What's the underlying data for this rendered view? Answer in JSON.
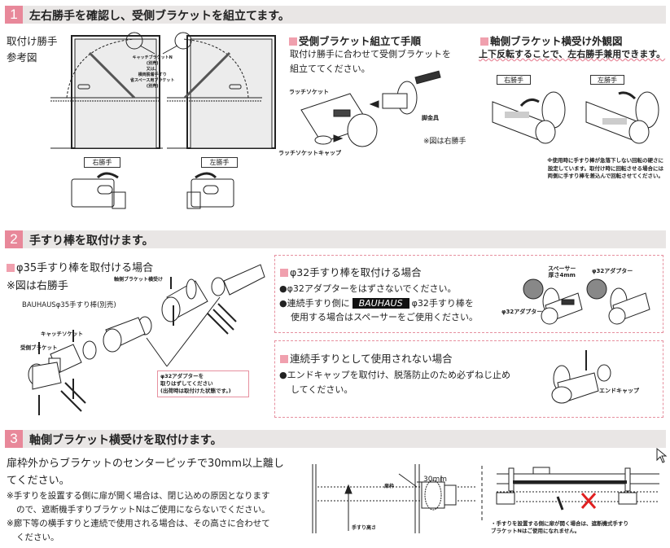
{
  "section1": {
    "number": "1",
    "title": "左右勝手を確認し、受側ブラケットを組立てます。",
    "reference_label": [
      "取付け勝手",
      "参考図"
    ],
    "catch_note": [
      "キャッチブラケットN",
      "(別売)",
      "又は、",
      "横両脱着手すり",
      "省スペース用ブラケット",
      "(別売)"
    ],
    "right_hand": "右勝手",
    "left_hand": "左勝手",
    "assembly": {
      "heading": "受側ブラケット組立て手順",
      "text": [
        "取付け勝手に合わせて受側ブラケットを",
        "組立ててください。"
      ],
      "latch_socket": "ラッチソケット",
      "foot_bracket": "脚金具",
      "note": "※図は右勝手",
      "latch_cap": "ラッチソケットキャップ"
    },
    "appearance": {
      "heading": "軸側ブラケット横受け外観図",
      "subtitle": "上下反転することで、左右勝手兼用できます。",
      "right_hand": "右勝手",
      "left_hand": "左勝手",
      "note": [
        "※使用時に手すり棒が急落下しない回転の硬さに",
        "設定しています。取付け時に回転させる場合には",
        "両側に手すり棒を差込んで回転させてください。"
      ]
    }
  },
  "section2": {
    "number": "2",
    "title": "手すり棒を取付けます。",
    "phi35": {
      "heading": "φ35手すり棒を取付ける場合",
      "note": "※図は右勝手",
      "shaft_bracket": "軸側ブラケット横受け",
      "rail": "BAUHAUSφ35手すり棒(別売)",
      "catch_socket": "キャッチソケット",
      "receiver_bracket": "受側ブラケット",
      "adapter_note": [
        "φ32アダプターを",
        "取りはずしてください",
        "(出荷時は取付けた状態です。)"
      ]
    },
    "phi32": {
      "heading": "φ32手すり棒を取付ける場合",
      "bullet1": "●φ32アダプターをはずさないでください。",
      "bullet2_pre": "●連続手すり側に",
      "brand": "BAUHAUS",
      "bullet2_post": "φ32手すり棒を",
      "bullet2_line2": "使用する場合はスペーサーをご使用ください。",
      "spacer": "スペーサー",
      "spacer_thickness": "厚さ4mm",
      "adapter_label": "φ32アダプター"
    },
    "standalone": {
      "heading": "連続手すりとして使用されない場合",
      "bullet": "●エンドキャップを取付け、脱落防止のため必ずねじ止め",
      "bullet_line2": "してください。",
      "end_cap": "エンドキャップ"
    }
  },
  "section3": {
    "number": "3",
    "title": "軸側ブラケット横受けを取付けます。",
    "text": [
      "扉枠外からブラケットのセンターピッチで30mm以上離し",
      "てください。"
    ],
    "notes": [
      "※手すりを設置する側に扉が開く場合は、閉じ込めの原因となります",
      "ので、遮断機手すりブラケットNはご使用にならないでください。",
      "※廊下等の横手すりと連続で使用される場合は、その高さに合わせて",
      "ください。"
    ],
    "diagram": {
      "frame": "扉枠",
      "distance": "30mm",
      "height": "手すり高さ"
    },
    "warning": [
      "・手すりを設置する側に扉が開く場合は、遮断機式手すり",
      "ブラケットNはご使用になれません。"
    ]
  },
  "colors": {
    "accent": "#e8889a",
    "header_bg": "#e9e6e5",
    "dash": "#e6909f",
    "cross": "#e02020"
  }
}
